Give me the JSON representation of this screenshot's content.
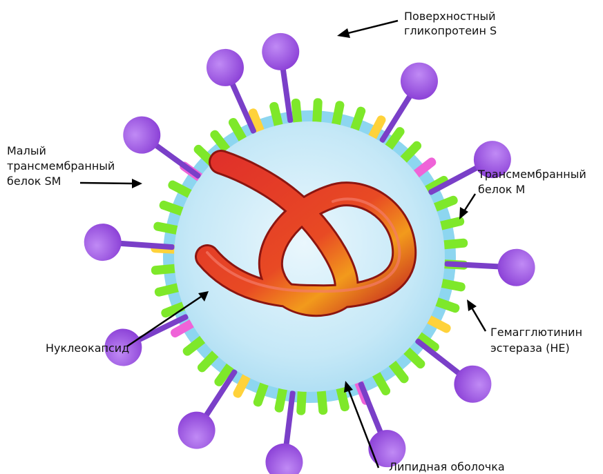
{
  "labels": {
    "surface_glycoprotein": [
      "Поверхностный",
      "гликопротеин S"
    ],
    "small_membrane_protein": [
      "Малый",
      "трансмембранный",
      "белок SM"
    ],
    "membrane_protein": [
      "Трансмембранный",
      "белок M"
    ],
    "hemagglutinin_esterase": [
      "Гемагглютинин",
      "эстераза (HE)"
    ],
    "nucleocapsid": [
      "Нуклеокапсид"
    ],
    "lipid_envelope": [
      "Липидная оболочка"
    ]
  },
  "colors": {
    "virion_core": "#cfeaf8",
    "envelope_blue": "#7fd0ee",
    "spike_purple": "#9b4fe0",
    "membrane_green": "#7ee82a",
    "small_protein_yellow": "#ffd23a",
    "he_pink": "#ef63d8",
    "rna_red": "#d42b22",
    "arrow": "#000000"
  }
}
